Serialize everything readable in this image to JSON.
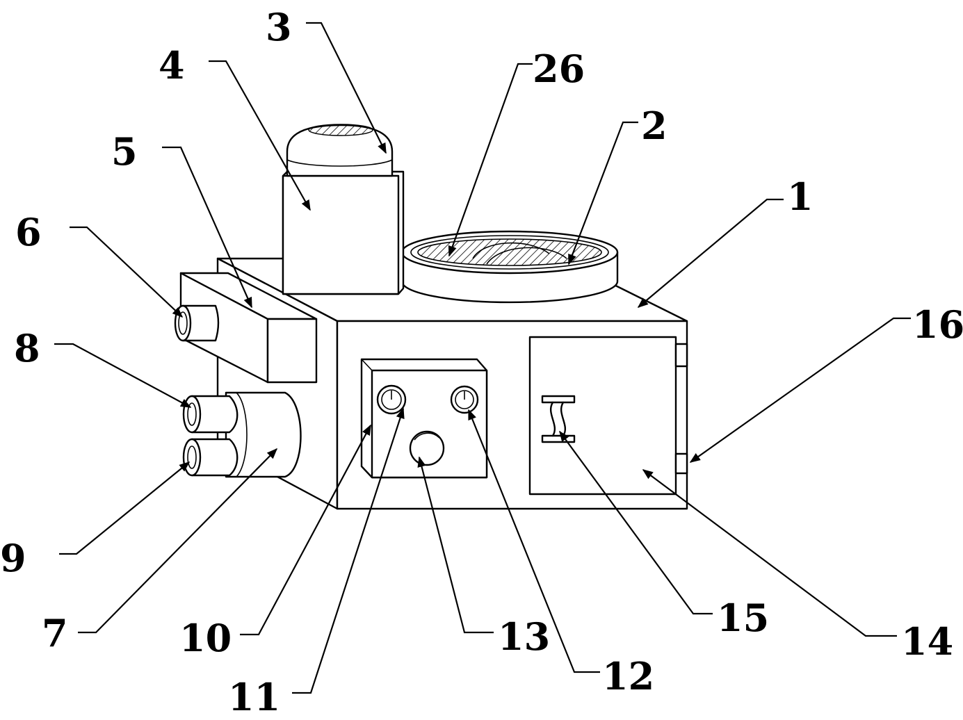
{
  "figure": {
    "callouts": [
      {
        "id": "1",
        "text": "1"
      },
      {
        "id": "2",
        "text": "2"
      },
      {
        "id": "3",
        "text": "3"
      },
      {
        "id": "4",
        "text": "4"
      },
      {
        "id": "5",
        "text": "5"
      },
      {
        "id": "6",
        "text": "6"
      },
      {
        "id": "7",
        "text": "7"
      },
      {
        "id": "8",
        "text": "8"
      },
      {
        "id": "9",
        "text": "9"
      },
      {
        "id": "10",
        "text": "10"
      },
      {
        "id": "11",
        "text": "11"
      },
      {
        "id": "12",
        "text": "12"
      },
      {
        "id": "13",
        "text": "13"
      },
      {
        "id": "14",
        "text": "14"
      },
      {
        "id": "15",
        "text": "15"
      },
      {
        "id": "16",
        "text": "16"
      },
      {
        "id": "26",
        "text": "26"
      }
    ]
  }
}
